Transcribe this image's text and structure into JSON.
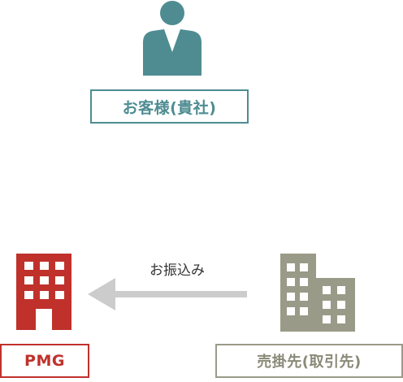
{
  "customer": {
    "label": "お客様(貴社)",
    "icon": "person-icon",
    "color": "#4e8c92"
  },
  "pmg": {
    "label": "PMG",
    "icon": "office-building-icon",
    "color": "#c0312b"
  },
  "seller": {
    "label": "売掛先(取引先)",
    "icon": "buildings-icon",
    "color": "#9a9a88"
  },
  "flow": {
    "label": "お振込み",
    "direction": "seller-to-pmg",
    "arrow_color": "#cccccc"
  }
}
